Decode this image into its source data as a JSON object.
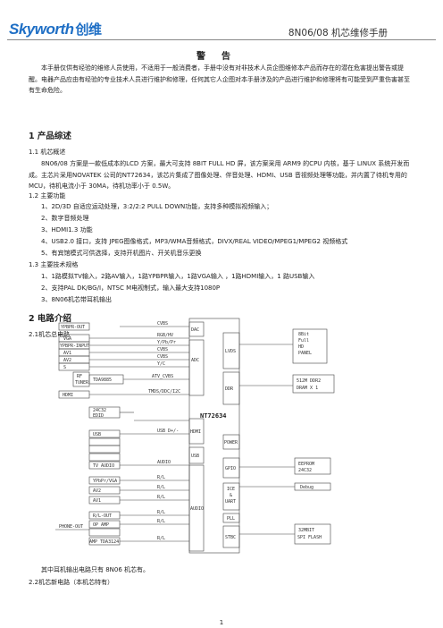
{
  "header": {
    "logo_en": "Skyworth",
    "logo_cn": "创维",
    "doc_title": "8N06/08 机芯维修手册"
  },
  "warning": {
    "title": "警告",
    "text": "本手册仅供有经验的维修人员使用，不适用于一般消费者，手册中没有对非技术人员企图维修本产品而存在的潜在危害提出警告或提醒。电器产品应由有经验的专业技术人员进行维护和修理，任何其它人企图对本手册涉及的产品进行维护和修理将有可能受到严重伤害甚至有生命危险。"
  },
  "section1": {
    "title": "1 产品综述",
    "s11_title": "1.1 机芯概述",
    "s11_text": "8N06/08 方案是一款低成本的LCD 方案，最大可支持 8BIT FULL HD 屏，该方案采用 ARM9 的CPU 内核，基于 LINUX 系统开发而成。主芯片采用NOVATEK 公司的NT72634，该芯片集成了图像处理、伴音处理、HDMI、USB 音视频处理等功能，并内置了待机专用的MCU，待机电流小于 30MA，待机功率小于 0.5W。",
    "s12_title": "1.2 主要功能",
    "s12_items": [
      "1、2D/3D 自适应运动处理，3:2/2:2 PULL DOWN功能，支持多种模拟视频输入；",
      "2、数字音频处理",
      "3、HDMI1.3 功能",
      "4、USB2.0 接口，支持 JPEG图像格式，MP3/WMA音频格式，DIVX/REAL VIDEO/MPEG1/MPEG2 视频格式",
      "5、有宾馆模式可供选择，支持开机图片、开关机音乐更换"
    ],
    "s13_title": "1.3 主要技术规格",
    "s13_items": [
      "1、1路模拟TV输入，2路AV输入，1路YPBPR输入，1路VGA输入 ，1路HDMI输入，1 路USB输入",
      "2、支持PAL DK/BG/I，NTSC M电视制式，输入最大支持1080P",
      "3、8N06机芯带耳机输出"
    ]
  },
  "section2": {
    "title": "2 电路介绍",
    "s21_title": "2.1机芯总电路",
    "caption": "其中耳机输出电路只有 8N06 机芯有。",
    "s22_title": "2.2机芯新电路（本机芯特有）"
  },
  "diagram": {
    "chip": "NT72634",
    "internal_blocks": [
      "DAC",
      "ADC",
      "HDMI",
      "USB",
      "AUDIO",
      "LVDS",
      "DDR",
      "POWER",
      "GPIO",
      "ICE",
      "&",
      "UART",
      "PLL",
      "STBC"
    ],
    "inputs": [
      "YPBPR-OUT",
      "VGA",
      "YPBPR-INPUT",
      "AV1",
      "AV2",
      "S",
      "TDA9885",
      "HDMI",
      "24C32",
      "EDID",
      "USB",
      "TV AUDIO",
      "YPbPr/VGA",
      "AV2",
      "AV1",
      "R/L-OUT",
      "OP AMP",
      "AMP TDA3124",
      "PHONE-OUT"
    ],
    "tuner": [
      "RF",
      "TUNER"
    ],
    "signals": [
      "CVBS",
      "RGB/HV",
      "Y/Pb/Pr",
      "CVBS",
      "CVBS",
      "Y/C",
      "ATV_CVBS",
      "TMDS/DDC/I2C",
      "USB D+/-",
      "AUDIO",
      "R/L",
      "R/L",
      "R/L",
      "R/L",
      "R/L",
      "R/L"
    ],
    "outputs": [
      "8Bit",
      "Full",
      "HD",
      "PANEL",
      "512M DDR2",
      "DRAM X 1",
      "EEPROM",
      "24C32",
      "Debug",
      "32MBIT",
      "SPI FLASH"
    ]
  },
  "page_number": "1"
}
